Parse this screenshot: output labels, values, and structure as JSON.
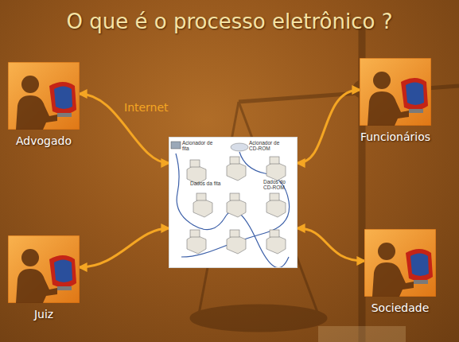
{
  "diagram": {
    "title": "O que é o processo eletrônico ?",
    "nodes": [
      {
        "text": [
          "Advogado"
        ]
      },
      {
        "text": [
          "Funcionários"
        ]
      },
      {
        "text": [
          "Acionador de fita",
          "Acionador de CD-ROM",
          "Dados da fita",
          "Dados do CD-ROM"
        ]
      },
      {
        "text": [
          "Juiz"
        ]
      },
      {
        "text": [
          "Sociedade"
        ]
      }
    ],
    "edges": [
      {
        "from": 0,
        "to": 2,
        "label": "Internet",
        "arrow": "both"
      },
      {
        "from": 1,
        "to": 2,
        "arrow": "both"
      },
      {
        "from": 3,
        "to": 2,
        "arrow": "both"
      },
      {
        "from": 4,
        "to": 2,
        "arrow": "both"
      }
    ]
  }
}
